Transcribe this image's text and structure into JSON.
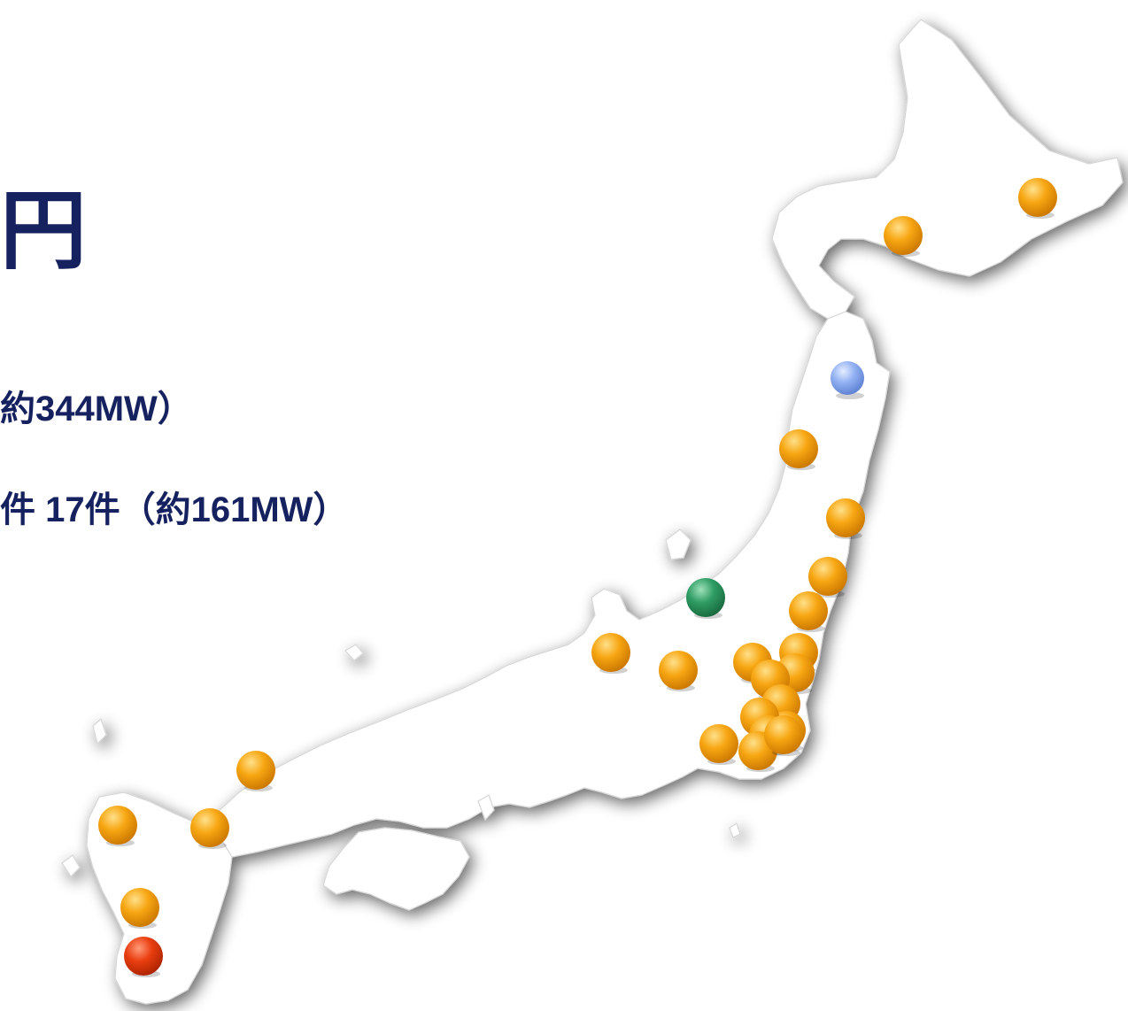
{
  "headline": {
    "fragment": "円"
  },
  "stats": {
    "line1": "約344MW）",
    "line2": "件 17件（約161MW）"
  },
  "colors": {
    "text": "#15225f",
    "land": "#ffffff",
    "land_shadow": "#6f6f6f",
    "marker_orange": "#f5a000",
    "marker_red": "#e83a0c",
    "marker_green": "#2e9a62",
    "marker_blue": "#8fb0f2"
  },
  "markers": [
    {
      "id": "hokkaido-east",
      "color": "orange"
    },
    {
      "id": "hokkaido-central",
      "color": "orange"
    },
    {
      "id": "aomori",
      "color": "blue"
    },
    {
      "id": "akita",
      "color": "orange"
    },
    {
      "id": "iwate",
      "color": "orange"
    },
    {
      "id": "miyagi",
      "color": "orange"
    },
    {
      "id": "niigata",
      "color": "green"
    },
    {
      "id": "fukushima",
      "color": "orange"
    },
    {
      "id": "ibaraki-north",
      "color": "orange"
    },
    {
      "id": "ibaraki-south",
      "color": "orange"
    },
    {
      "id": "tochigi",
      "color": "orange"
    },
    {
      "id": "gunma",
      "color": "orange"
    },
    {
      "id": "saitama",
      "color": "orange"
    },
    {
      "id": "chiba-north",
      "color": "orange"
    },
    {
      "id": "tokyo",
      "color": "orange"
    },
    {
      "id": "chiba-central",
      "color": "orange"
    },
    {
      "id": "kanagawa",
      "color": "orange"
    },
    {
      "id": "chiba-south",
      "color": "orange"
    },
    {
      "id": "yamanashi",
      "color": "orange"
    },
    {
      "id": "nagano",
      "color": "orange"
    },
    {
      "id": "toyama",
      "color": "orange"
    },
    {
      "id": "hiroshima",
      "color": "orange"
    },
    {
      "id": "oita",
      "color": "orange"
    },
    {
      "id": "fukuoka",
      "color": "orange"
    },
    {
      "id": "kumamoto",
      "color": "orange"
    },
    {
      "id": "kagoshima",
      "color": "red"
    }
  ]
}
